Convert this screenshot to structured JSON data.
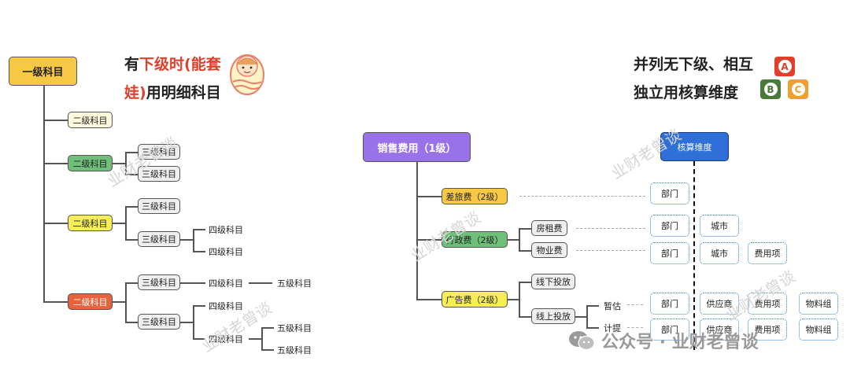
{
  "left": {
    "root": "一级科目",
    "title_line1": {
      "a": "有",
      "b": "下级时(能套"
    },
    "title_line2": {
      "a": "娃)",
      "b": "用明细科目"
    },
    "l2": [
      "二级科目",
      "二级科目",
      "二级科目",
      "二级科目"
    ],
    "l3": [
      "三级科目",
      "三级科目",
      "三级科目",
      "三级科目",
      "三级科目",
      "三级科目"
    ],
    "l4": [
      "四级科目",
      "四级科目",
      "四级科目",
      "四级科目",
      "四级科目"
    ],
    "l5": [
      "五级科目",
      "五级科目",
      "五级科目"
    ]
  },
  "right": {
    "title_line1": "并列无下级、相互",
    "title_line2": "独立用核算维度",
    "root": "销售费用（1级）",
    "dimension": "核算维度",
    "l2": [
      "差旅费（2级）",
      "行政费（2级）",
      "广告费（2级）"
    ],
    "l3": [
      "房租费",
      "物业费",
      "线下投放",
      "线上投放"
    ],
    "l4": [
      "暂估",
      "计提"
    ],
    "dims": {
      "travel": [
        "部门"
      ],
      "rent": [
        "部门",
        "城市"
      ],
      "property": [
        "部门",
        "城市",
        "费用项"
      ],
      "estimate": [
        "部门",
        "供应商",
        "费用项",
        "物料组"
      ],
      "accrual": [
        "部门",
        "供应商",
        "费用项",
        "物料组"
      ]
    },
    "icons": [
      "A",
      "B",
      "C"
    ]
  },
  "watermarks": [
    "业财老曾谈",
    "业财老曾谈",
    "业财老曾谈",
    "业财老曾谈",
    "业财老曾谈"
  ],
  "footer": {
    "brand": "公众号 · 业财老曾谈"
  },
  "colors": {
    "root_left": "#f7c843",
    "green": "#6fbf7a",
    "yellow": "#f7ee55",
    "orange": "#e8623a",
    "purple": "#9a72e8",
    "blue": "#2f6fd8",
    "light": "#fdf8dc",
    "grey": "#efefef"
  }
}
